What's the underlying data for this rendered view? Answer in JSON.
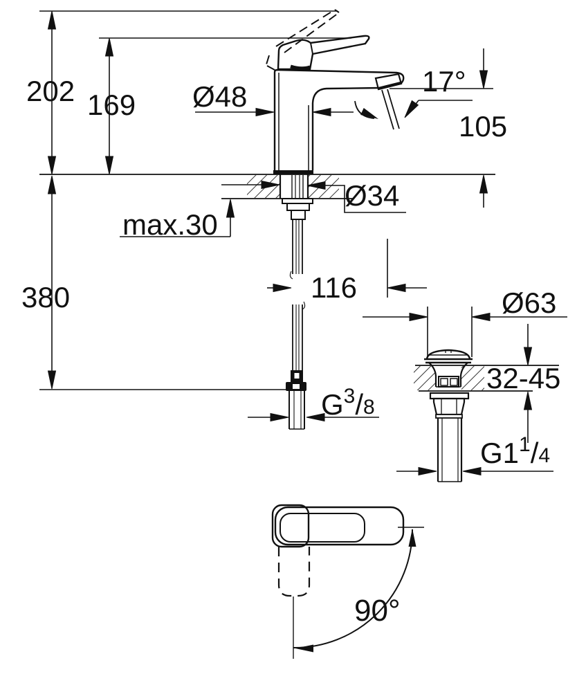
{
  "drawing": {
    "labels": {
      "total_height": "202",
      "lever_height": "169",
      "body_diameter": "Ø48",
      "spout_angle": "17°",
      "spout_height": "105",
      "hole_diameter": "Ø34",
      "max_deck_thickness": "max.30",
      "supply_length": "380",
      "spout_reach": "116",
      "waste_flange_diameter": "Ø63",
      "waste_deck_range": "32-45",
      "supply_thread": {
        "prefix": "G",
        "sup": "3",
        "slash": "/",
        "sub": "8"
      },
      "waste_thread": {
        "prefix": "G1",
        "sup": "1",
        "slash": "/",
        "sub": "4"
      },
      "handle_swing_angle": "90°"
    },
    "colors": {
      "line": "#111111",
      "background": "#ffffff"
    }
  }
}
